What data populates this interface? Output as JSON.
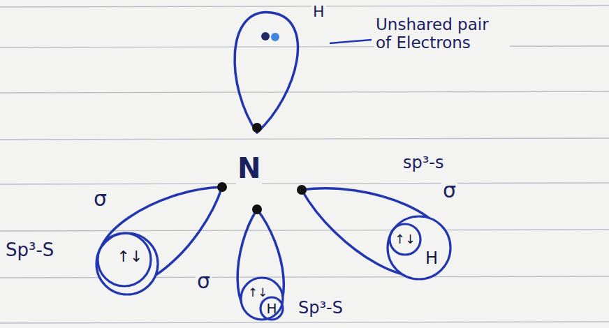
{
  "diagram": {
    "nodes": [
      {
        "text": [
          "↑↓"
        ]
      },
      {
        "text": [
          "↑↓",
          "H"
        ]
      },
      {
        "text": [
          "↑↓",
          "H"
        ]
      }
    ],
    "labels": [
      "H",
      "Unshared pair of Electrons",
      "N",
      "sp³-s",
      "σ",
      "σ",
      "Sp³-S",
      "σ",
      "Sp³-S"
    ]
  }
}
